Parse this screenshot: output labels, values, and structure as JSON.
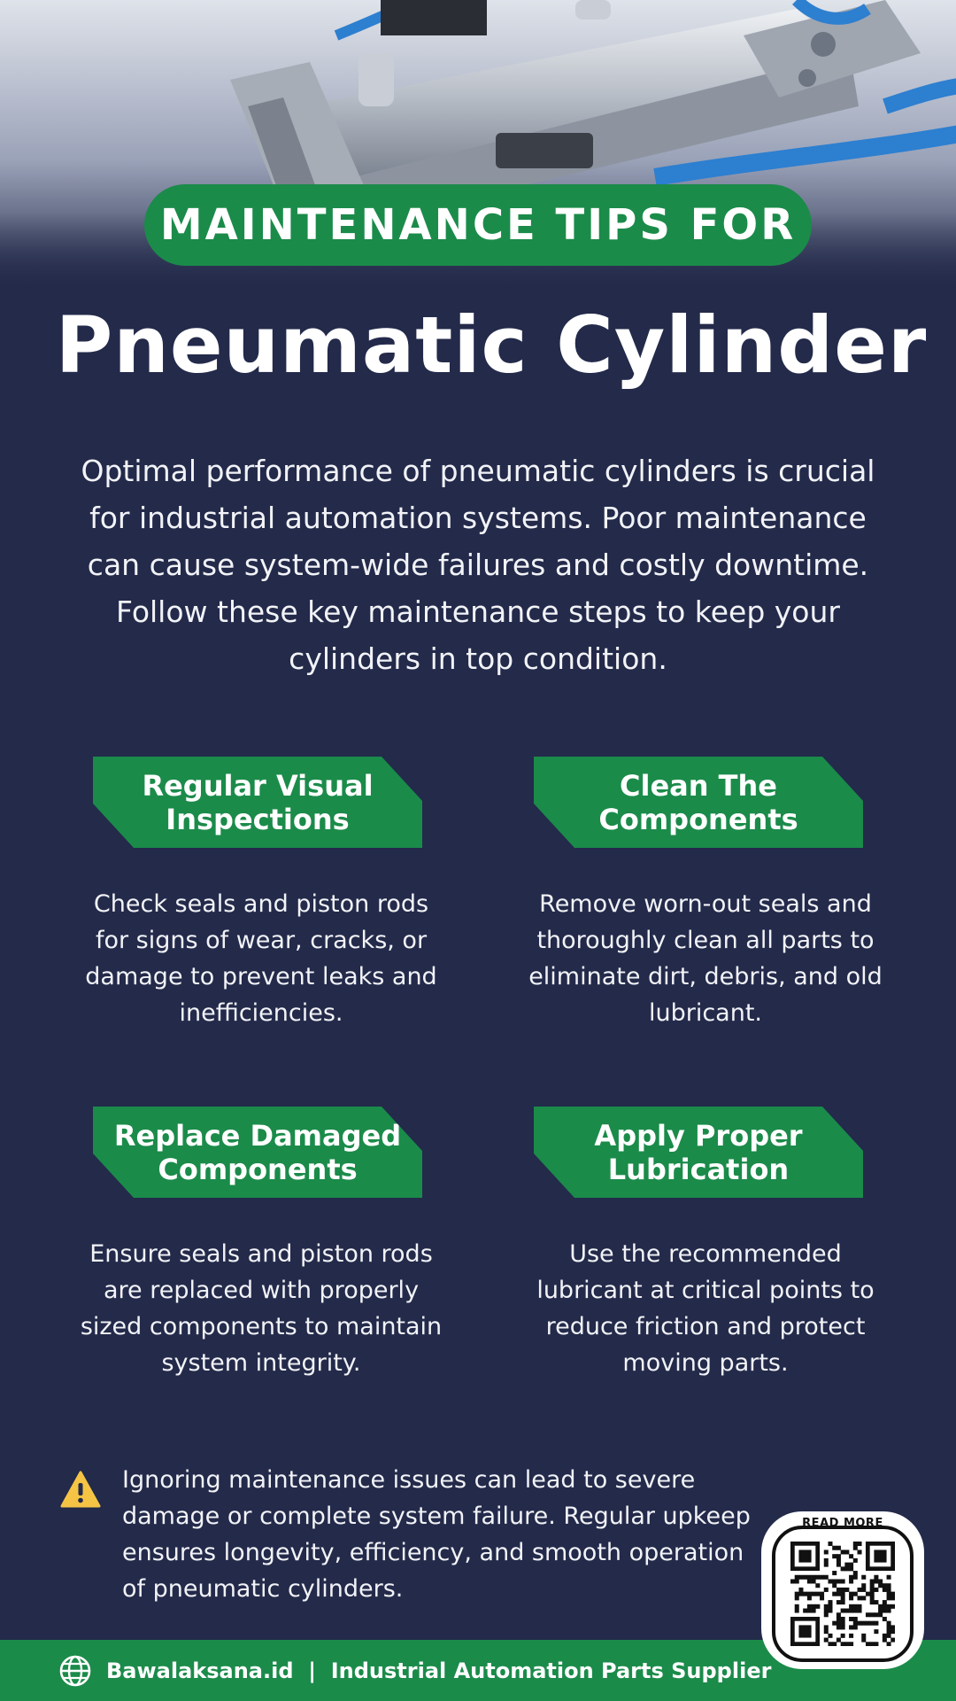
{
  "header": {
    "pill_text": "MAINTENANCE TIPS FOR",
    "title": "Pneumatic Cylinder"
  },
  "intro": "Optimal performance of pneumatic cylinders is crucial for industrial automation systems. Poor maintenance can cause system-wide failures and costly downtime. Follow these key maintenance steps to keep your cylinders in top condition.",
  "tips": [
    {
      "title": "Regular Visual Inspections",
      "text": "Check seals and piston rods for signs of wear, cracks, or damage to prevent leaks and inefficiencies."
    },
    {
      "title": "Clean The Components",
      "text": "Remove worn-out seals and thoroughly clean all parts to eliminate dirt, debris, and old lubricant."
    },
    {
      "title": "Replace Damaged Components",
      "text": "Ensure seals and piston rods are replaced with properly sized components to maintain system integrity."
    },
    {
      "title": "Apply Proper Lubrication",
      "text": "Use the recommended lubricant at critical points to reduce friction and protect moving parts."
    }
  ],
  "warning": {
    "icon": "warning-icon",
    "text": "Ignoring maintenance issues can lead to severe damage or complete system failure. Regular upkeep ensures longevity, efficiency, and smooth operation of pneumatic cylinders."
  },
  "footer": {
    "icon": "globe-icon",
    "text": "Bawalaksana.id  |  Industrial Automation Parts Supplier"
  },
  "qr": {
    "label": "READ MORE"
  },
  "colors": {
    "background": "#232a4a",
    "accent_green": "#1b8b4a",
    "warning_yellow": "#f6c445"
  }
}
